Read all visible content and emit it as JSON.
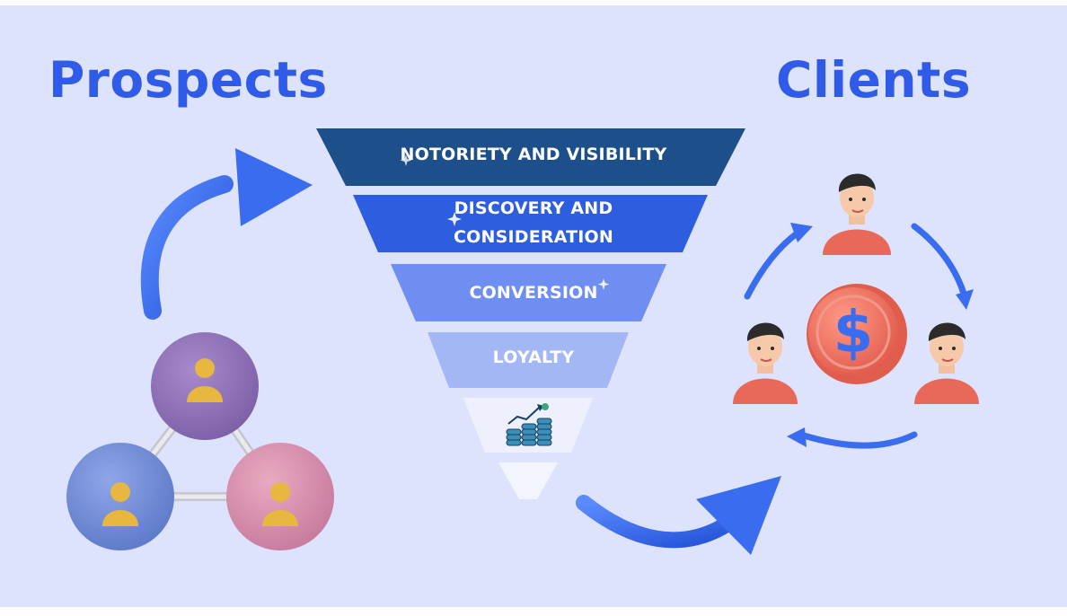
{
  "headings": {
    "prospects": "Prospects",
    "clients": "Clients"
  },
  "funnel": {
    "stages": [
      {
        "label": "NOTORIETY AND VISIBILITY",
        "color": "#1d4f8a"
      },
      {
        "label_line1": "DISCOVERY AND",
        "label_line2": "CONSIDERATION",
        "color": "#2d5ee0"
      },
      {
        "label": "CONVERSION",
        "color": "#6e8ef2"
      },
      {
        "label": "LOYALTY",
        "color": "#a4b7f5"
      },
      {
        "icon": "coin-stacks-growth-icon",
        "color": "#eef1fd"
      },
      {
        "color": "#f3f5fe"
      }
    ]
  },
  "icons": {
    "prospect_group": "prospect-circles-icon",
    "client_cycle": "client-cycle-icon",
    "dollar_coin": "dollar-coin-icon"
  },
  "colors": {
    "background": "#dde3fd",
    "heading": "#2f5be8",
    "arrow": "#3a6cf0",
    "client_shirt": "#e8695a"
  }
}
